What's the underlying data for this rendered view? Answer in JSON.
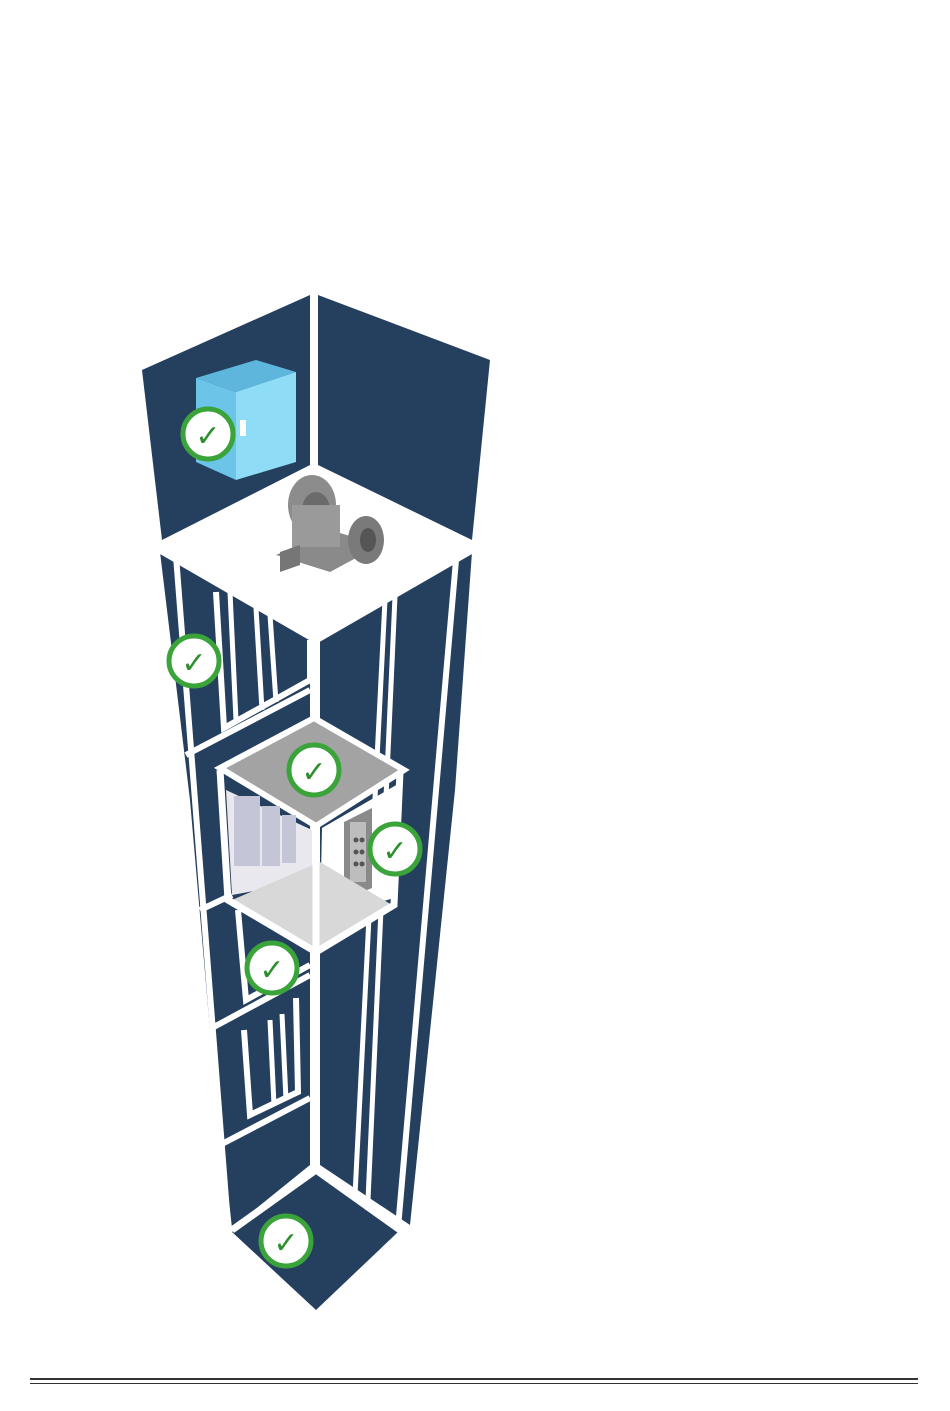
{
  "colors": {
    "shaft": "#253f5e",
    "outline": "#ffffff",
    "check_ring": "#3aa33a",
    "check_mark": "#2f8f2f",
    "controller_box": "#7fd3f4",
    "controller_box_top": "#5fb6dd",
    "machine": "#8a8a8a",
    "cabin_roof": "#a3a3a3",
    "cabin_floor": "#d8d8d8",
    "footer_rule": "#333333"
  },
  "icons": {
    "checkmark": "✓"
  },
  "checkpoints": [
    {
      "id": "controller",
      "name": "controller-check-icon"
    },
    {
      "id": "landing-doors-upper",
      "name": "landing-door-check-icon"
    },
    {
      "id": "cabin-roof",
      "name": "cabin-roof-check-icon"
    },
    {
      "id": "cabin-panel",
      "name": "cabin-panel-check-icon"
    },
    {
      "id": "landing-doors-lower",
      "name": "lower-door-check-icon"
    },
    {
      "id": "pit",
      "name": "pit-check-icon"
    }
  ]
}
